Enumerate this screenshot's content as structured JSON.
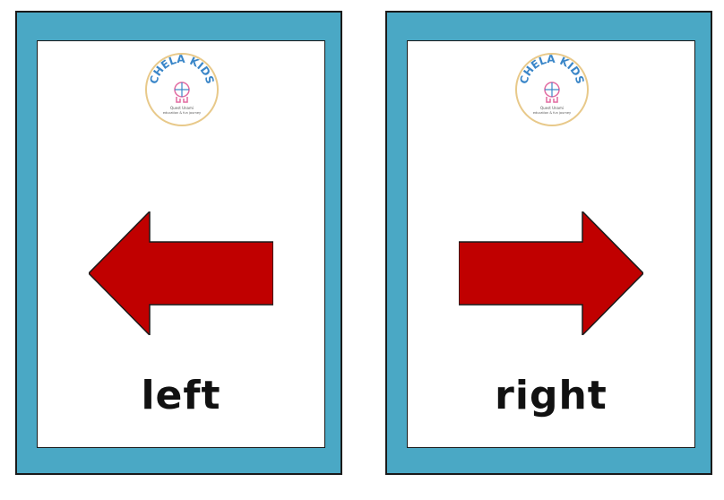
{
  "colors": {
    "card_border": "#4aa8c5",
    "arrow": "#c00000",
    "logo_ring": "#e8c98a",
    "logo_text": "#3a86c8"
  },
  "cards": [
    {
      "logo": {
        "brand": "CHELA KIDS",
        "tagline_line1": "Quest Unami",
        "tagline_line2": "education & fun journey",
        "icon": "globe-hand-icon"
      },
      "arrow_icon": "left-arrow-icon",
      "word": "left"
    },
    {
      "logo": {
        "brand": "CHELA KIDS",
        "tagline_line1": "Quest Unami",
        "tagline_line2": "education & fun journey",
        "icon": "globe-hand-icon"
      },
      "arrow_icon": "right-arrow-icon",
      "word": "right"
    }
  ]
}
